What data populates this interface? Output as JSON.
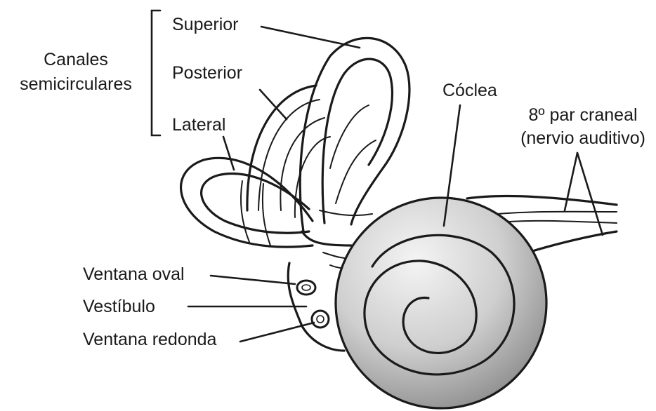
{
  "labels": {
    "canales_line1": "Canales",
    "canales_line2": "semicirculares",
    "superior": "Superior",
    "posterior": "Posterior",
    "lateral": "Lateral",
    "coclea": "Cóclea",
    "nervio_line1": "8º par craneal",
    "nervio_line2": "(nervio auditivo)",
    "ventana_oval": "Ventana oval",
    "vestibulo": "Vestíbulo",
    "ventana_redonda": "Ventana redonda"
  },
  "colors": {
    "ink": "#1a1a1a",
    "cochlea_light": "#f2f2f2",
    "cochlea_dark": "#9a9a9a"
  }
}
